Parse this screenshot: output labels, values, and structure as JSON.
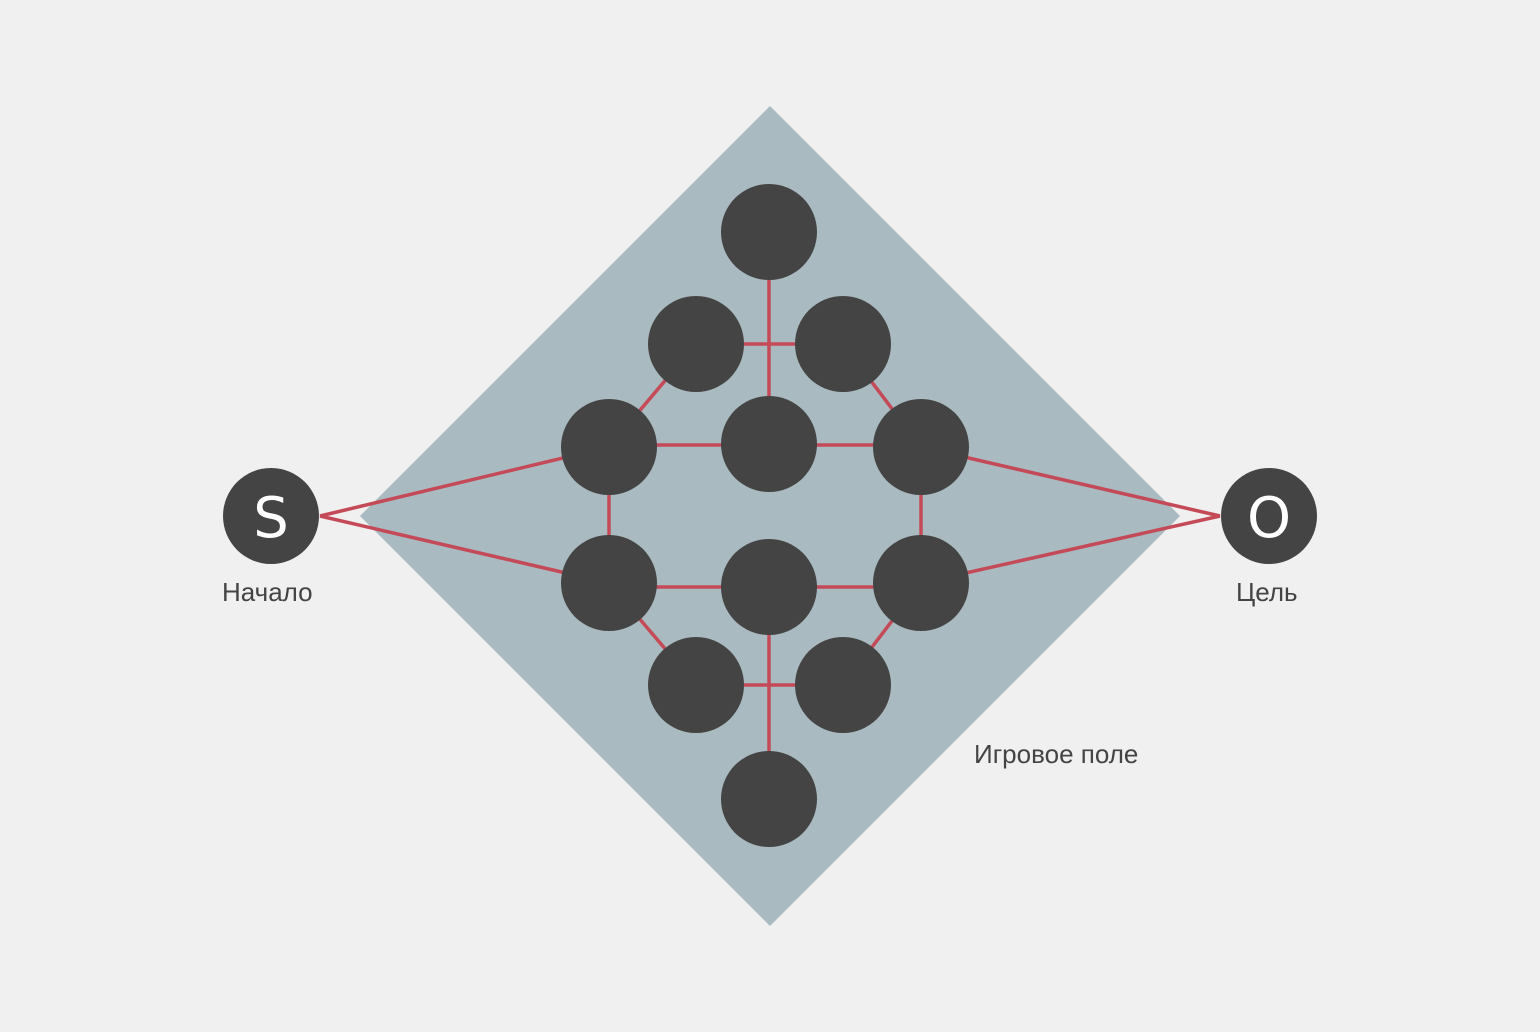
{
  "colors": {
    "background": "#f0f0f0",
    "field": "#aabac1",
    "node": "#444444",
    "edge": "#c44a58",
    "letter": "#ffffff",
    "label": "#444444"
  },
  "start": {
    "letter": "S",
    "label": "Начало"
  },
  "goal": {
    "letter": "O",
    "label": "Цель"
  },
  "field": {
    "label": "Игровое поле"
  }
}
